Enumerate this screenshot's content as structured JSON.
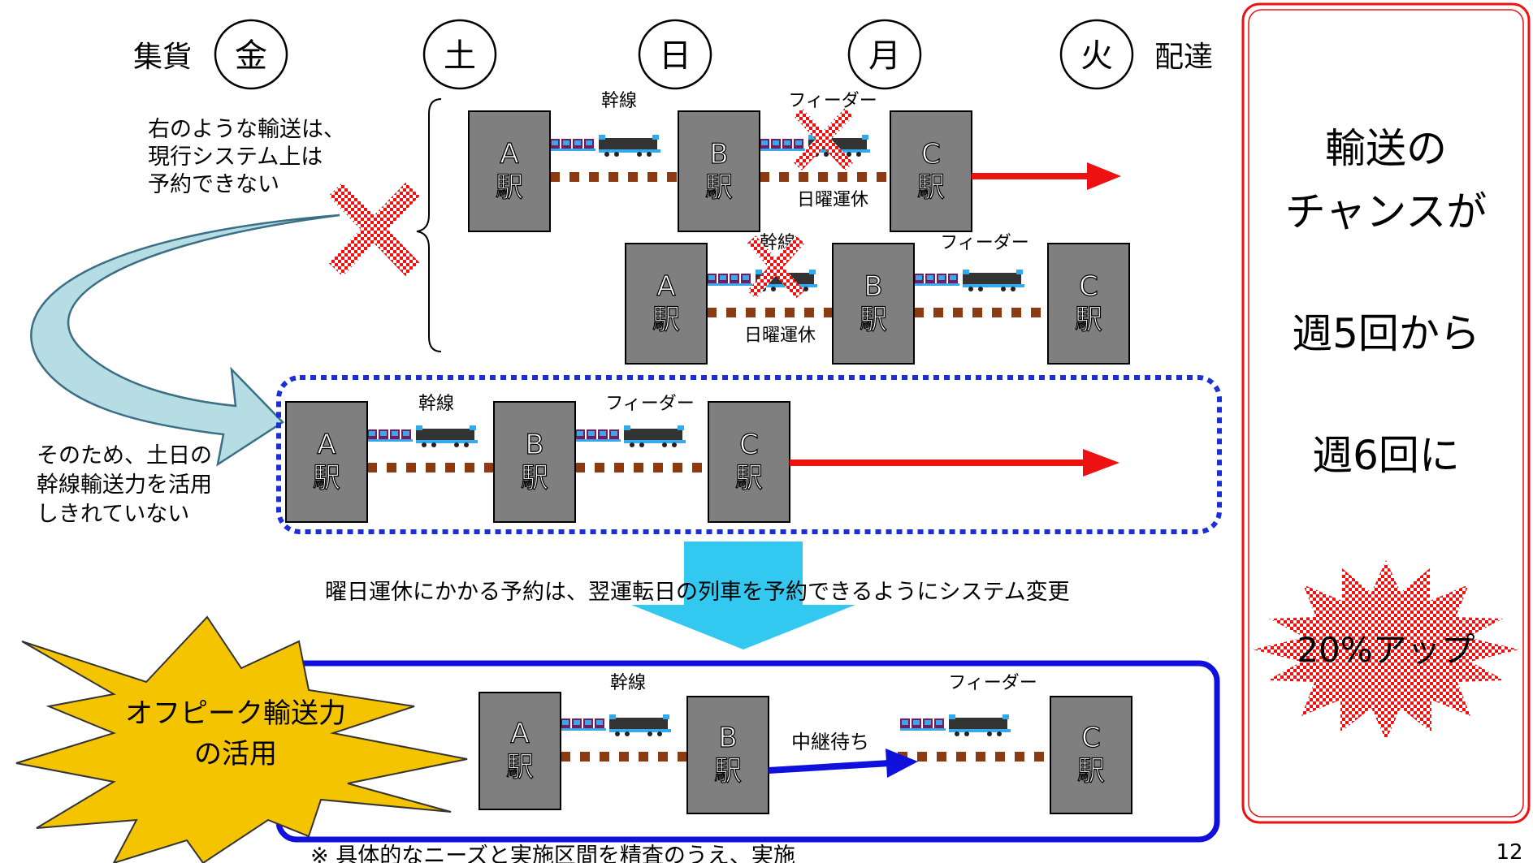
{
  "header": {
    "collect_label": "集貨",
    "deliver_label": "配達",
    "days": [
      "金",
      "土",
      "日",
      "月",
      "火"
    ]
  },
  "notes": {
    "cannot_book": [
      "右のような輸送は、",
      "現行システム上は",
      "予約できない"
    ],
    "underused": [
      "そのため、土日の",
      "幹線輸送力を活用",
      "しきれていない"
    ],
    "system_change": "曜日運休にかかる予約は、翌運転日の列車を予約できるようにシステム変更",
    "footnote": "※ 具体的なニーズと実施区間を精査のうえ、実施"
  },
  "labels": {
    "trunk": "幹線",
    "feeder": "フィーダー",
    "sunday_off": "日曜運休",
    "relay_wait": "中継待ち"
  },
  "stations": {
    "a": [
      "A",
      "駅"
    ],
    "b": [
      "B",
      "駅"
    ],
    "c": [
      "C",
      "駅"
    ]
  },
  "summary": {
    "lines": [
      "輸送の",
      "チャンスが",
      "週5回から",
      "週6回に"
    ],
    "burst": "20%アップ"
  },
  "offpeak_star": [
    "オフピーク輸送力",
    "の活用"
  ],
  "page_number": "12",
  "colors": {
    "red": "#ee1111",
    "blue": "#1010dd",
    "dotted_blue": "#1a2fd6",
    "station_fill": "#7f7f7f",
    "star_fill": "#f5c400",
    "curve_arrow": "#b7dde4",
    "down_arrow": "#33c8f0",
    "rail_brown": "#8b3a12"
  }
}
